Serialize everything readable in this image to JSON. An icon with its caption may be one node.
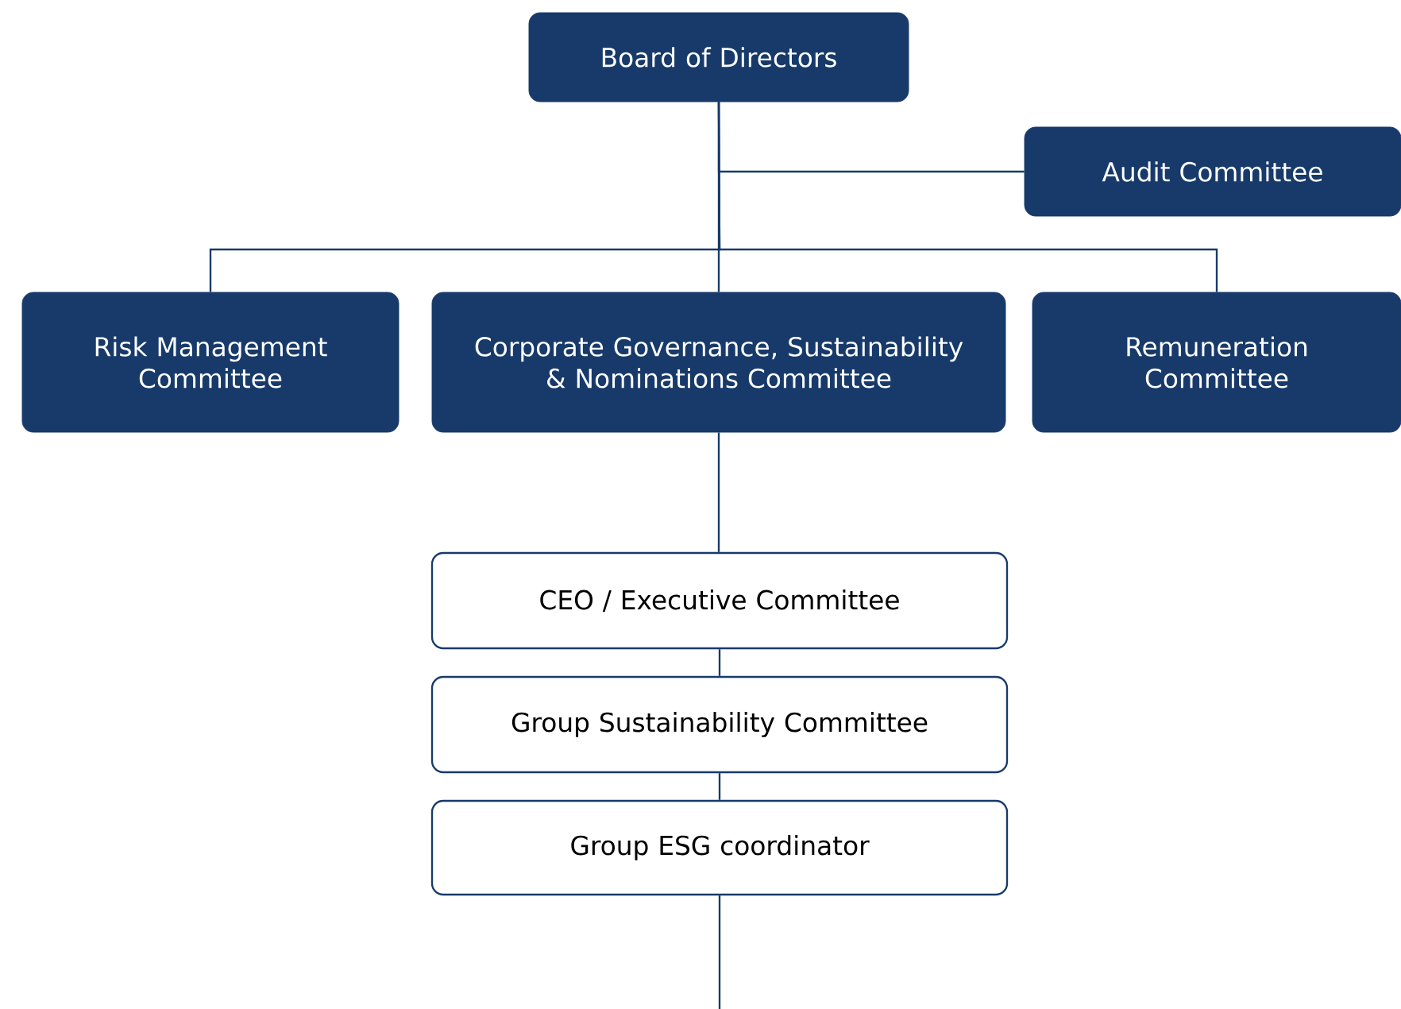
{
  "diagram": {
    "nodes": [
      {
        "text": [
          "Board of Directors"
        ]
      },
      {
        "text": [
          "Audit Committee"
        ]
      },
      {
        "text": [
          "Risk Management Committee"
        ]
      },
      {
        "text": [
          "Corporate Governance, Sustainability & Nominations Committee"
        ]
      },
      {
        "text": [
          "Remuneration Committee"
        ]
      },
      {
        "text": [
          "CEO / Executive Committee"
        ]
      },
      {
        "text": [
          "Group Sustainability Committee"
        ]
      },
      {
        "text": [
          "Group ESG coordinator"
        ]
      }
    ],
    "edges": [
      {
        "from": 0,
        "to": 1,
        "arrow": "none"
      },
      {
        "from": 0,
        "to": 2,
        "arrow": "none"
      },
      {
        "from": 0,
        "to": 3,
        "arrow": "none"
      },
      {
        "from": 0,
        "to": 4,
        "arrow": "none"
      },
      {
        "from": 3,
        "to": 5,
        "arrow": "none"
      },
      {
        "from": 5,
        "to": 6,
        "arrow": "none"
      },
      {
        "from": 6,
        "to": 7,
        "arrow": "none"
      },
      {
        "from": 7,
        "to": null,
        "arrow": "none"
      }
    ]
  }
}
